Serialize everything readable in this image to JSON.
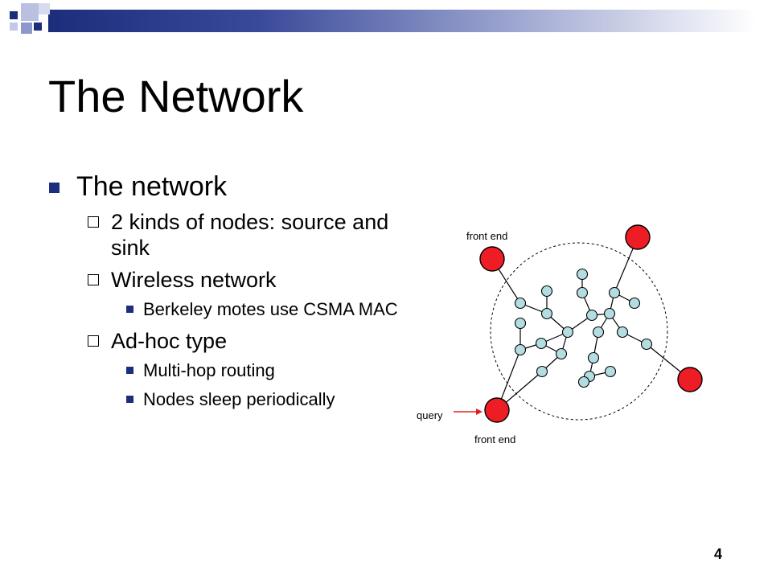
{
  "slide": {
    "title": "The Network",
    "number": "4"
  },
  "bullets": [
    {
      "level": 1,
      "text": "The network"
    },
    {
      "level": 2,
      "text": "2 kinds of nodes: source and sink"
    },
    {
      "level": 2,
      "text": "Wireless network"
    },
    {
      "level": 3,
      "text": "Berkeley motes use CSMA MAC"
    },
    {
      "level": 2,
      "text": "Ad-hoc type"
    },
    {
      "level": 3,
      "text": "Multi-hop routing"
    },
    {
      "level": 3,
      "text": "Nodes sleep periodically"
    }
  ],
  "diagram": {
    "labels": {
      "front_end_top": "front end",
      "front_end_bottom": "front end",
      "query": "query"
    }
  },
  "colors": {
    "accent_navy": "#1c2d7c",
    "sink_node": "#ee1c24",
    "sensor_node": "#b3dde0",
    "query_arrow": "#e02020"
  }
}
